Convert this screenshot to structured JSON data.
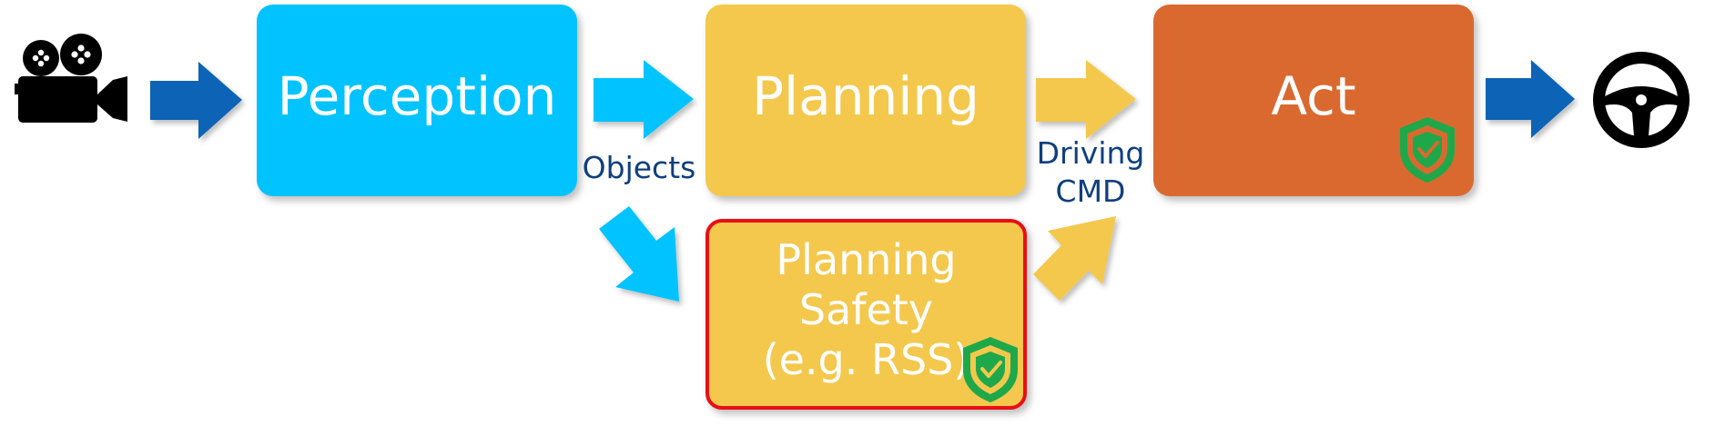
{
  "nodes": {
    "perception": "Perception",
    "planning": "Planning",
    "act": "Act",
    "planning_safety": [
      "Planning",
      "Safety",
      "(e.g. RSS)"
    ]
  },
  "edge_labels": {
    "objects": "Objects",
    "driving_cmd": [
      "Driving",
      "CMD"
    ]
  },
  "icons": {
    "input": "video-camera-icon",
    "output": "steering-wheel-icon",
    "safety_badge": "shield-check-icon"
  },
  "colors": {
    "perception": "#00c3ff",
    "planning": "#f4c84d",
    "act": "#da6930",
    "safety_border": "#e80f15",
    "input_output_arrow": "#0a63b5",
    "shield": "#1fa84a",
    "label_text": "#0f3f7e"
  }
}
